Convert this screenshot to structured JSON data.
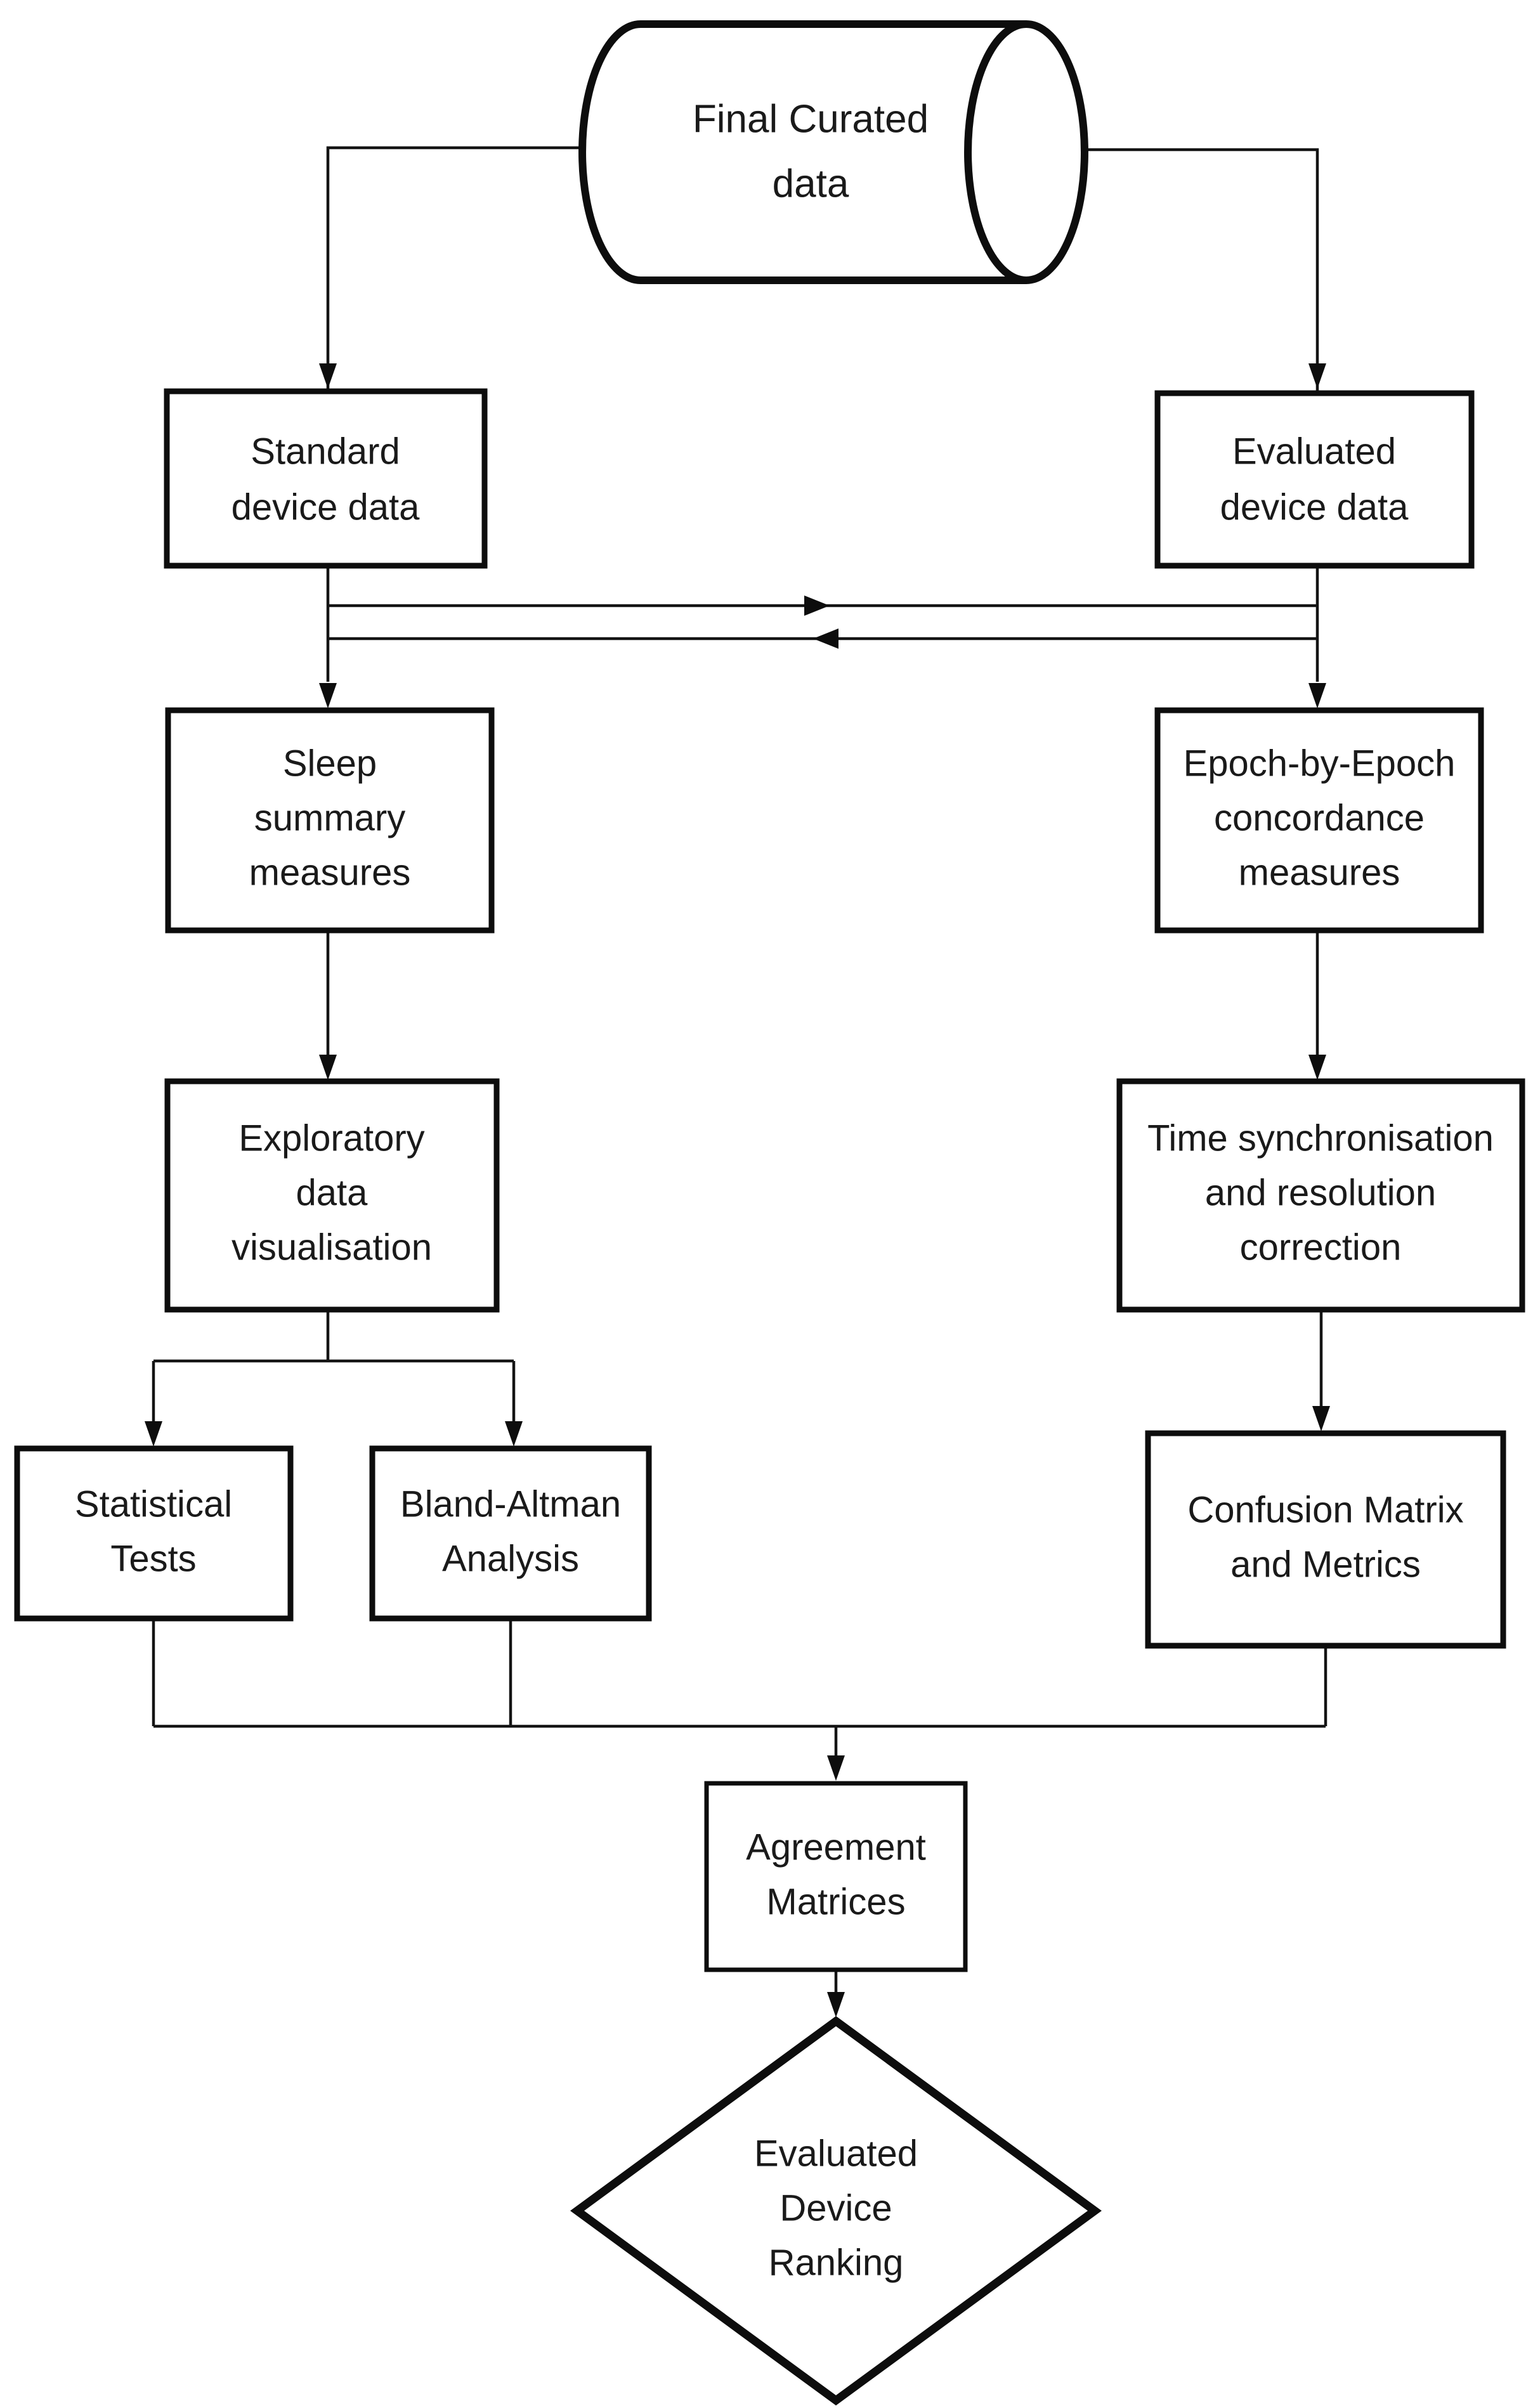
{
  "nodes": {
    "final_curated": {
      "shape": "cylinder",
      "lines": [
        "Final Curated",
        "data"
      ]
    },
    "standard_device": {
      "shape": "rect",
      "lines": [
        "Standard",
        "device data"
      ]
    },
    "evaluated_device": {
      "shape": "rect",
      "lines": [
        "Evaluated",
        "device data"
      ]
    },
    "sleep_summary": {
      "shape": "rect",
      "lines": [
        "Sleep",
        "summary",
        "measures"
      ]
    },
    "epoch_concordance": {
      "shape": "rect",
      "lines": [
        "Epoch-by-Epoch",
        "concordance",
        "measures"
      ]
    },
    "exploratory_viz": {
      "shape": "rect",
      "lines": [
        "Exploratory",
        "data",
        "visualisation"
      ]
    },
    "time_sync": {
      "shape": "rect",
      "lines": [
        "Time synchronisation",
        "and resolution",
        "correction"
      ]
    },
    "statistical_tests": {
      "shape": "rect",
      "lines": [
        "Statistical",
        "Tests"
      ]
    },
    "bland_altman": {
      "shape": "rect",
      "lines": [
        "Bland-Altman",
        "Analysis"
      ]
    },
    "confusion_matrix": {
      "shape": "rect",
      "lines": [
        "Confusion Matrix",
        "and Metrics"
      ]
    },
    "agreement_matrices": {
      "shape": "rect",
      "lines": [
        "Agreement",
        "Matrices"
      ]
    },
    "device_ranking": {
      "shape": "diamond",
      "lines": [
        "Evaluated",
        "Device",
        "Ranking"
      ]
    }
  },
  "edges": [
    {
      "from": "final_curated",
      "to": "standard_device",
      "arrow": "down"
    },
    {
      "from": "final_curated",
      "to": "evaluated_device",
      "arrow": "down"
    },
    {
      "from": "standard_device",
      "to": "evaluated_device",
      "arrow": "right",
      "type": "exchange"
    },
    {
      "from": "evaluated_device",
      "to": "standard_device",
      "arrow": "left",
      "type": "exchange"
    },
    {
      "from": "standard_device",
      "to": "sleep_summary",
      "arrow": "down"
    },
    {
      "from": "evaluated_device",
      "to": "epoch_concordance",
      "arrow": "down"
    },
    {
      "from": "sleep_summary",
      "to": "exploratory_viz",
      "arrow": "down"
    },
    {
      "from": "epoch_concordance",
      "to": "time_sync",
      "arrow": "down"
    },
    {
      "from": "exploratory_viz",
      "to": "statistical_tests",
      "arrow": "down"
    },
    {
      "from": "exploratory_viz",
      "to": "bland_altman",
      "arrow": "down"
    },
    {
      "from": "time_sync",
      "to": "confusion_matrix",
      "arrow": "down"
    },
    {
      "from": "statistical_tests",
      "to": "agreement_matrices",
      "arrow": "down",
      "type": "merge"
    },
    {
      "from": "bland_altman",
      "to": "agreement_matrices",
      "arrow": "down",
      "type": "merge"
    },
    {
      "from": "confusion_matrix",
      "to": "agreement_matrices",
      "arrow": "down",
      "type": "merge"
    },
    {
      "from": "agreement_matrices",
      "to": "device_ranking",
      "arrow": "down"
    }
  ],
  "colors": {
    "background": "#ffffff",
    "stroke": "#0d0d0d",
    "text": "#1a1a1a"
  }
}
